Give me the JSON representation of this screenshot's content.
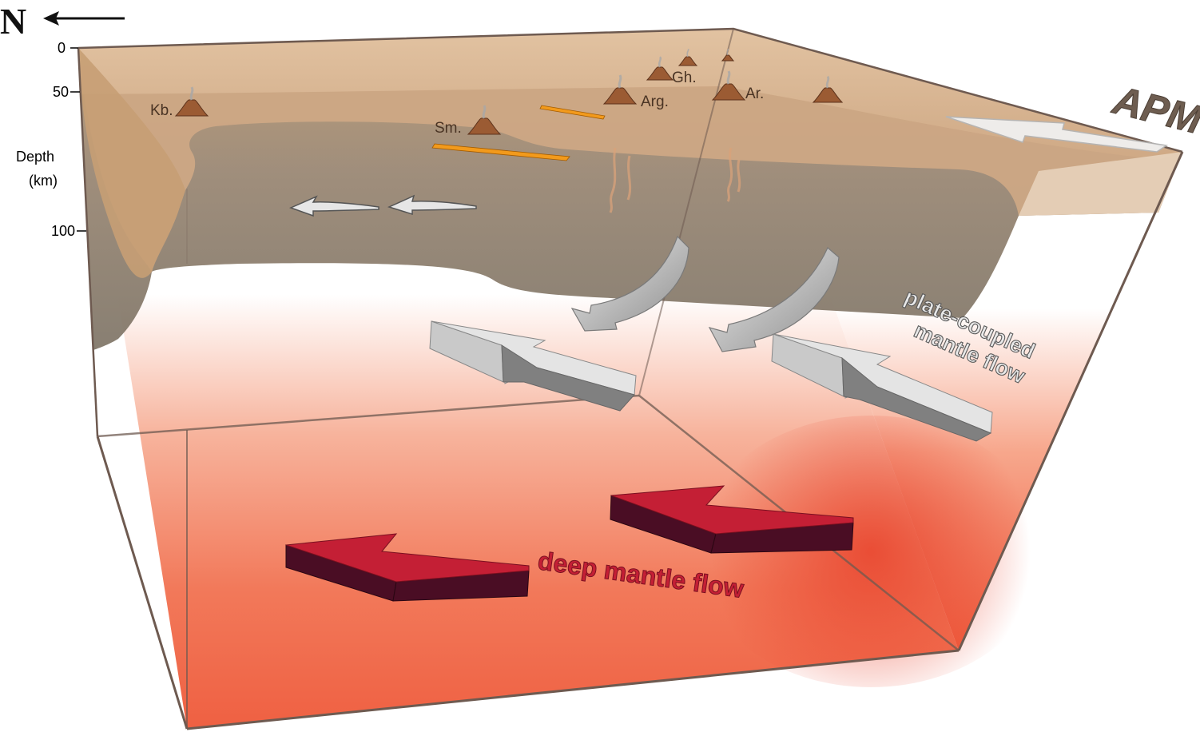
{
  "compass": {
    "label": "N"
  },
  "depth_axis": {
    "title_line1": "Depth",
    "title_line2": "(km)",
    "ticks": [
      "0",
      "50",
      "100"
    ]
  },
  "volcanoes": [
    {
      "label": "Kb."
    },
    {
      "label": "Sm."
    },
    {
      "label": "Arg."
    },
    {
      "label": "Gh."
    },
    {
      "label": "Ar."
    },
    {
      "label": ""
    }
  ],
  "labels": {
    "apm": "APM",
    "plate_coupled_line1": "plate-coupled",
    "plate_coupled_line2": "mantle flow",
    "deep_mantle": "deep mantle flow"
  },
  "colors": {
    "crust": "#c9a27c",
    "lithosphere": "#8f7f70",
    "deep_mantle": "#ee5a3c",
    "deep_arrow_top": "#c41f35",
    "deep_arrow_side": "#4a0d24",
    "gray_arrow": "#b9b9b9",
    "dike": "#f29a1c",
    "volcano": "#9b5b33"
  }
}
